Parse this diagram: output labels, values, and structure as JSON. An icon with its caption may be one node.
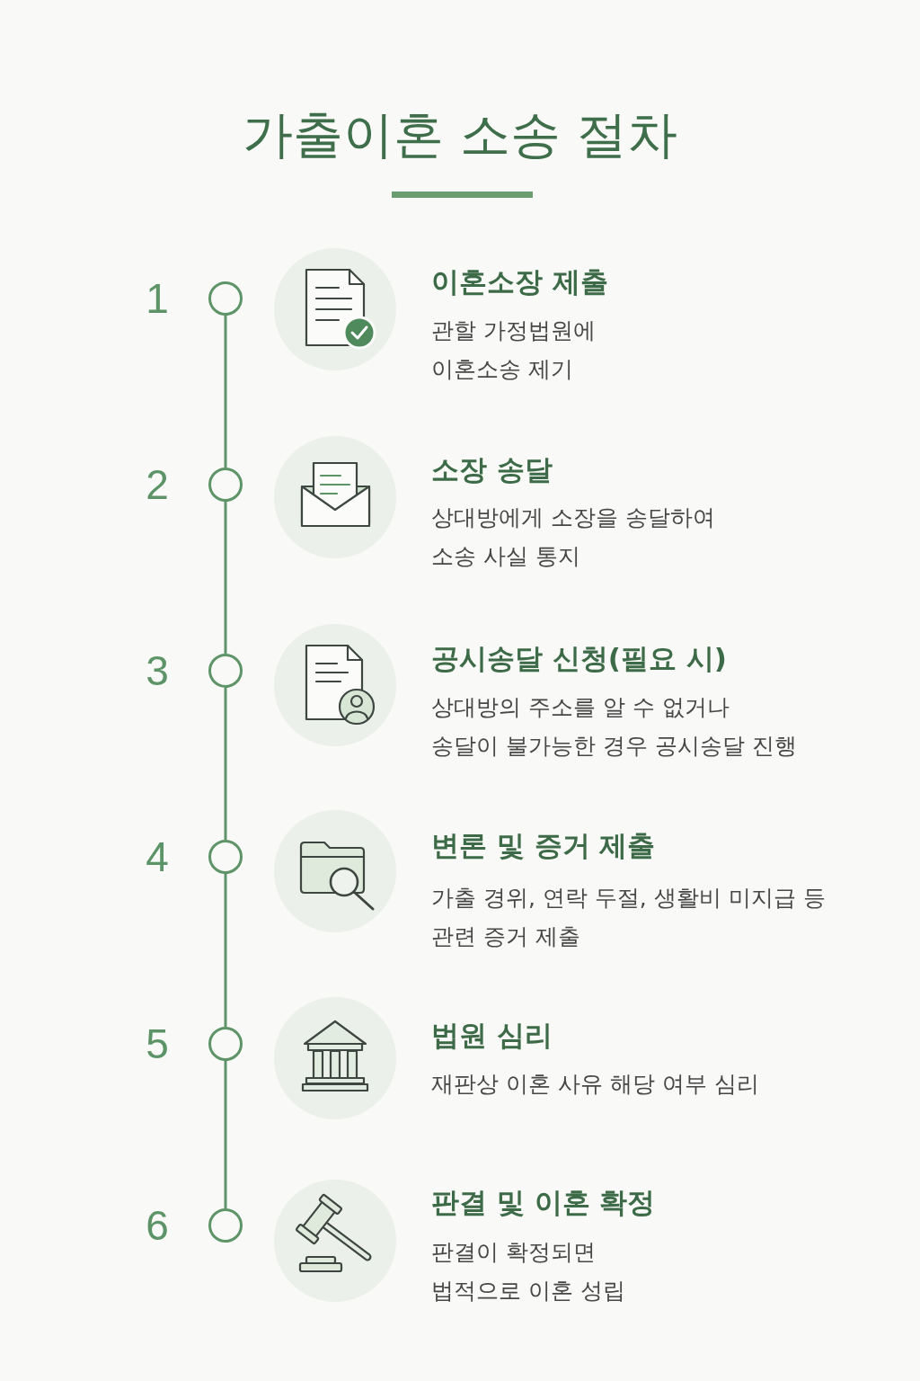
{
  "diagram": {
    "title": "가출이혼 소송 절차",
    "nodes": [
      {
        "text": [],
        "shape": "circle",
        "beside": [
          "1"
        ]
      },
      {
        "text": [],
        "shape": "circle",
        "beside": [
          "2"
        ]
      },
      {
        "text": [],
        "shape": "circle",
        "beside": [
          "3"
        ]
      },
      {
        "text": [],
        "shape": "circle",
        "beside": [
          "4"
        ]
      },
      {
        "text": [],
        "shape": "circle",
        "beside": [
          "5"
        ]
      },
      {
        "text": [],
        "shape": "circle",
        "beside": [
          "6"
        ]
      }
    ],
    "edges": [
      {
        "from": 0,
        "to": 1,
        "arrow": "none"
      },
      {
        "from": 1,
        "to": 2,
        "arrow": "none"
      },
      {
        "from": 2,
        "to": 3,
        "arrow": "none"
      },
      {
        "from": 3,
        "to": 4,
        "arrow": "none"
      },
      {
        "from": 4,
        "to": 5,
        "arrow": "none"
      }
    ],
    "labels": [
      "이혼소장 제출",
      "관할 가정법원에 이혼소송 제기",
      "소장 송달",
      "상대방에게 소장을 송달하여 소송 사실 통지",
      "공시송달 신청(필요 시)",
      "상대방의 주소를 알 수 없거나 송달이 불가능한 경우 공시송달 진행",
      "변론 및 증거 제출",
      "가출 경위, 연락 두절, 생활비 미지급 등 관련 증거 제출",
      "법원 심리",
      "재판상 이혼 사유 해당 여부 심리",
      "판결 및 이혼 확정",
      "판결이 확정되면 법적으로 이혼 성립"
    ]
  }
}
